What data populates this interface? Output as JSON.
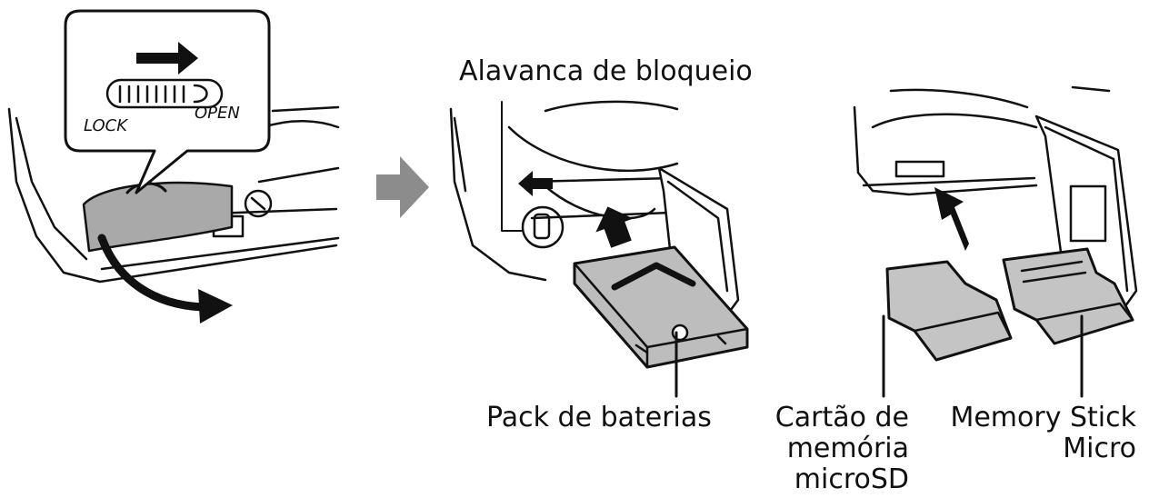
{
  "colors": {
    "line": "#111111",
    "battery_fill": "#bdbdbd",
    "door_fill": "#a9a9a9",
    "step_arrow": "#8c8c8c",
    "card_fill": "#c4c4c4"
  },
  "icons": {
    "step_arrow": "right-arrow-icon",
    "slide_arrow": "right-arrow-icon",
    "open_arrow": "curved-arrow-icon"
  },
  "callout": {
    "lock": "LOCK",
    "open": "OPEN"
  },
  "labels": {
    "lock_lever": "Alavanca de bloqueio",
    "battery_pack": "Pack de baterias",
    "microsd_line1": "Cartão de",
    "microsd_line2": "memória",
    "microsd_line3": "microSD",
    "memory_stick_line1": "Memory Stick",
    "memory_stick_line2": "Micro"
  }
}
